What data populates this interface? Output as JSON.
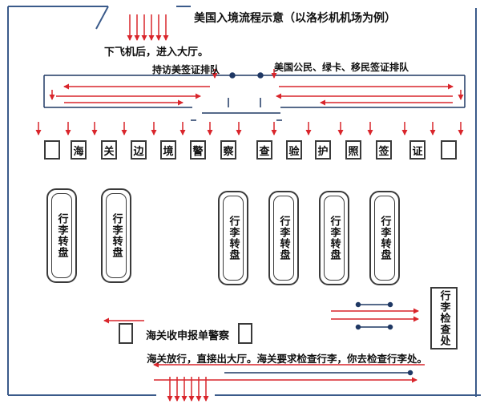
{
  "title": "美国入境流程示意（以洛杉机机场为例）",
  "step_deplane": "下飞机后，进入大厅。",
  "queue_visitor": "持访美签证排队",
  "queue_resident": "美国公民、绿卡、移民签证排队",
  "booths": [
    "",
    "海",
    "关",
    "边",
    "境",
    "警",
    "察",
    "查",
    "验",
    "护",
    "照",
    "签",
    "证",
    ""
  ],
  "carousels": [
    "行李转盘",
    "行李转盘",
    "行李转盘",
    "行李转盘",
    "行李转盘",
    "行李转盘"
  ],
  "customs_label": "海关收申报单警察",
  "inspection_label": "行李检查处",
  "exit_note": "海关放行，直接出大厅。海关要求检查行李，你去检查行李处。",
  "colors": {
    "arrow": "#d9252b",
    "lane": "#1f3864",
    "wall": "#3a5a8a"
  }
}
